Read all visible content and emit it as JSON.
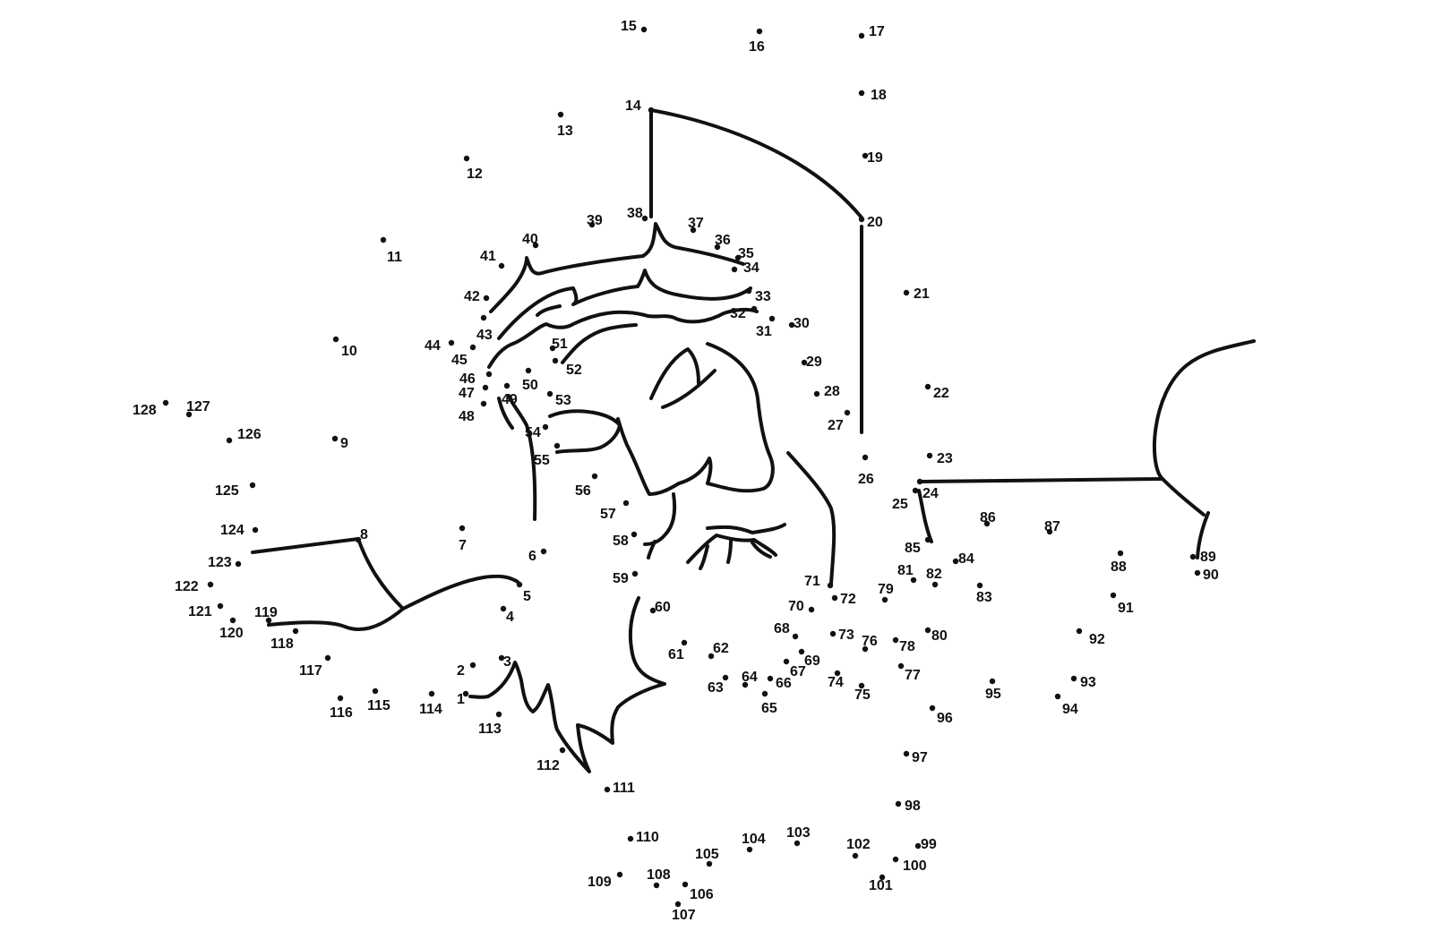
{
  "puzzle": {
    "numbers": [
      "1",
      "2",
      "3",
      "4",
      "5",
      "6",
      "7",
      "8",
      "9",
      "10",
      "11",
      "12",
      "13",
      "14",
      "15",
      "16",
      "17",
      "18",
      "19",
      "20",
      "21",
      "22",
      "23",
      "24",
      "25",
      "26",
      "27",
      "28",
      "29",
      "30",
      "31",
      "32",
      "33",
      "34",
      "35",
      "36",
      "37",
      "38",
      "39",
      "40",
      "41",
      "42",
      "43",
      "44",
      "45",
      "46",
      "47",
      "48",
      "49",
      "50",
      "51",
      "52",
      "53",
      "54",
      "55",
      "56",
      "57",
      "58",
      "59",
      "60",
      "61",
      "62",
      "63",
      "64",
      "65",
      "66",
      "67",
      "68",
      "69",
      "70",
      "71",
      "72",
      "73",
      "74",
      "75",
      "76",
      "77",
      "78",
      "79",
      "80",
      "81",
      "82",
      "83",
      "84",
      "85",
      "86",
      "87",
      "88",
      "89",
      "90",
      "91",
      "92",
      "93",
      "94",
      "95",
      "96",
      "97",
      "98",
      "99",
      "100",
      "101",
      "102",
      "103",
      "104",
      "105",
      "106",
      "107",
      "108",
      "109",
      "110",
      "111",
      "112",
      "113",
      "114",
      "115",
      "116",
      "117",
      "118",
      "119",
      "120",
      "121",
      "122",
      "123",
      "124",
      "125",
      "126",
      "127",
      "128"
    ],
    "ink_color": "#111111"
  }
}
